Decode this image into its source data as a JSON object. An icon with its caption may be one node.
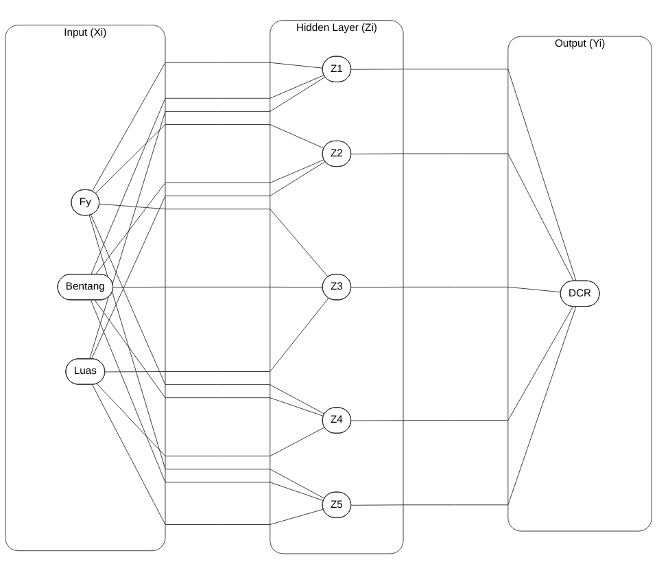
{
  "diagram": {
    "nodes": [
      {
        "text": [
          "Input (Xi)"
        ]
      },
      {
        "text": [
          "Fy"
        ],
        "in": 0
      },
      {
        "text": [
          "Bentang"
        ],
        "in": 0
      },
      {
        "text": [
          "Luas"
        ],
        "in": 0
      },
      {
        "text": [
          "Hidden Layer (Zi)"
        ]
      },
      {
        "text": [
          "Z1"
        ],
        "in": 4
      },
      {
        "text": [
          "Z2"
        ],
        "in": 4
      },
      {
        "text": [
          "Z3"
        ],
        "in": 4
      },
      {
        "text": [
          "Z4"
        ],
        "in": 4
      },
      {
        "text": [
          "Z5"
        ],
        "in": 4
      },
      {
        "text": [
          "Output (Yi)"
        ]
      },
      {
        "text": [
          "DCR"
        ],
        "in": 10
      }
    ],
    "edges": [
      {
        "from": 1,
        "to": 5,
        "arrow": "none"
      },
      {
        "from": 1,
        "to": 6,
        "arrow": "none"
      },
      {
        "from": 1,
        "to": 7,
        "arrow": "none"
      },
      {
        "from": 1,
        "to": 8,
        "arrow": "none"
      },
      {
        "from": 1,
        "to": 9,
        "arrow": "none"
      },
      {
        "from": 2,
        "to": 5,
        "arrow": "none"
      },
      {
        "from": 2,
        "to": 6,
        "arrow": "none"
      },
      {
        "from": 2,
        "to": 7,
        "arrow": "none"
      },
      {
        "from": 2,
        "to": 8,
        "arrow": "none"
      },
      {
        "from": 2,
        "to": 9,
        "arrow": "none"
      },
      {
        "from": 3,
        "to": 5,
        "arrow": "none"
      },
      {
        "from": 3,
        "to": 6,
        "arrow": "none"
      },
      {
        "from": 3,
        "to": 7,
        "arrow": "none"
      },
      {
        "from": 3,
        "to": 8,
        "arrow": "none"
      },
      {
        "from": 3,
        "to": 9,
        "arrow": "none"
      },
      {
        "from": 5,
        "to": 11,
        "arrow": "none"
      },
      {
        "from": 6,
        "to": 11,
        "arrow": "none"
      },
      {
        "from": 7,
        "to": 11,
        "arrow": "none"
      },
      {
        "from": 8,
        "to": 11,
        "arrow": "none"
      },
      {
        "from": 9,
        "to": 11,
        "arrow": "none"
      }
    ]
  }
}
